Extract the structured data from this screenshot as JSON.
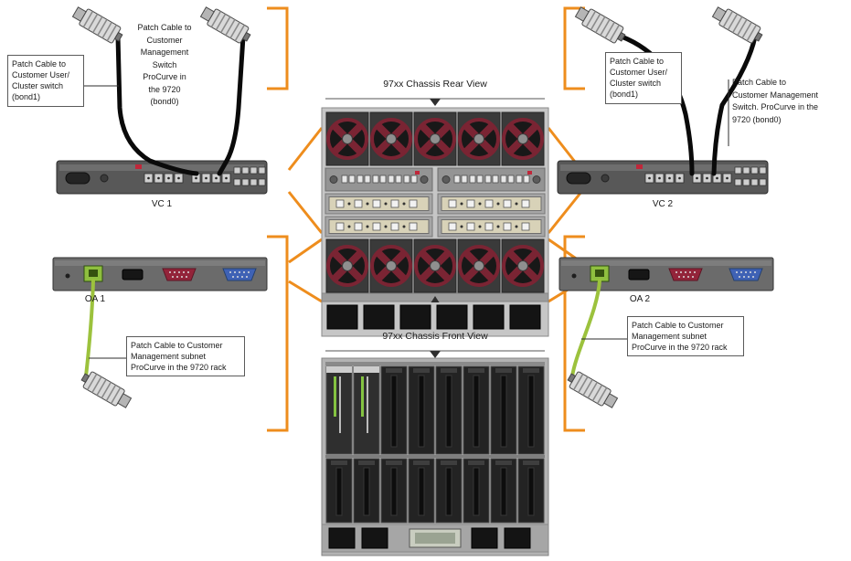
{
  "titles": {
    "rear": "97xx Chassis Rear View",
    "front": "97xx Chassis Front View"
  },
  "modules": {
    "vc1": "VC 1",
    "vc2": "VC 2",
    "oa1": "OA 1",
    "oa2": "OA 2"
  },
  "callouts": {
    "left_user_cluster": "Patch Cable to\nCustomer User/\nCluster switch\n(bond1)",
    "left_mgmt_switch": "Patch Cable to\nCustomer\nManagement\nSwitch\nProCurve in\nthe 9720\n(bond0)",
    "right_user_cluster": "Patch Cable to\nCustomer User/\nCluster switch\n(bond1)",
    "right_mgmt_switch": "Patch Cable to\nCustomer Management\nSwitch. ProCurve in the\n9720 (bond0)",
    "left_mgmt_subnet": "Patch Cable to Customer\nManagement subnet\nProCurve in the 9720 rack",
    "right_mgmt_subnet": "Patch Cable to Customer\nManagement subnet\nProCurve in the 9720 rack"
  },
  "colors": {
    "callout_orange": "#ee8d1d",
    "cable_black": "#0a0a0a",
    "cable_green": "#9cc23d",
    "fan_maroon": "#7a2433",
    "chassis_gray": "#c6c6c6"
  }
}
